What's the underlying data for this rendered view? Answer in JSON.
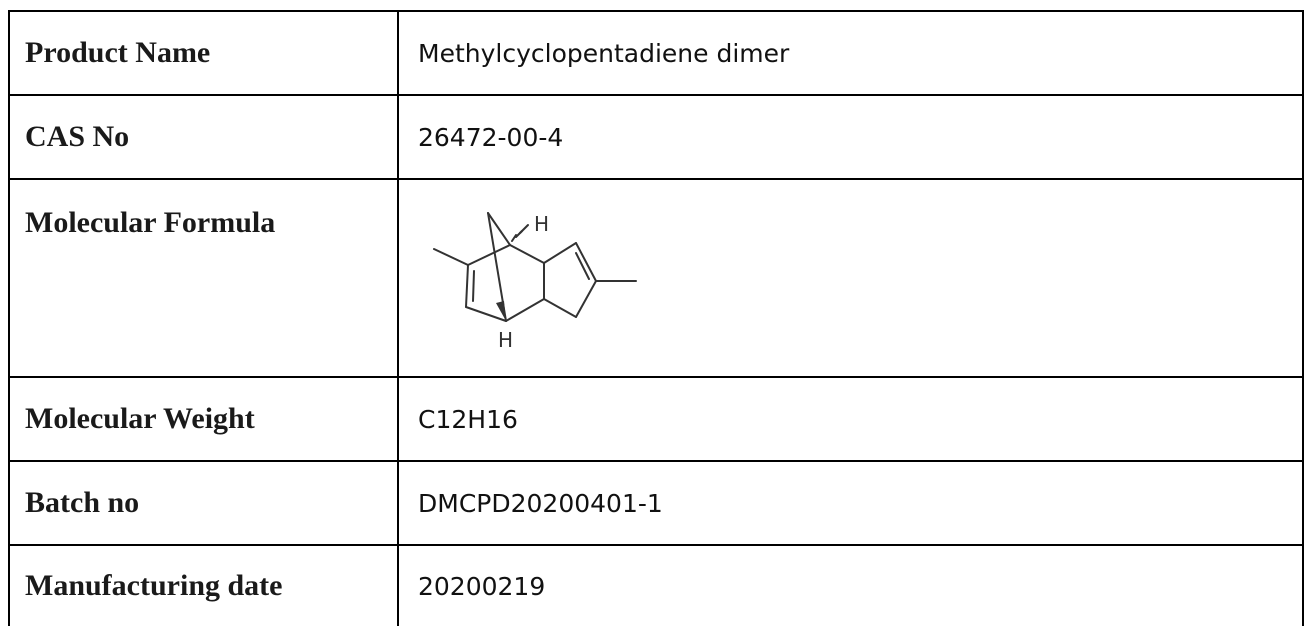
{
  "rows": [
    {
      "label": "Product Name",
      "value": "Methylcyclopentadiene dimer"
    },
    {
      "label": "CAS No",
      "value": "26472-00-4"
    },
    {
      "label": "Molecular Formula",
      "value": ""
    },
    {
      "label": "Molecular Weight",
      "value": "C12H16"
    },
    {
      "label": "Batch no",
      "value": "DMCPD20200401-1"
    },
    {
      "label": "Manufacturing date",
      "value": "20200219"
    }
  ],
  "structure": {
    "atom_top": "H",
    "atom_bottom": "H",
    "stroke_color": "#333333"
  }
}
